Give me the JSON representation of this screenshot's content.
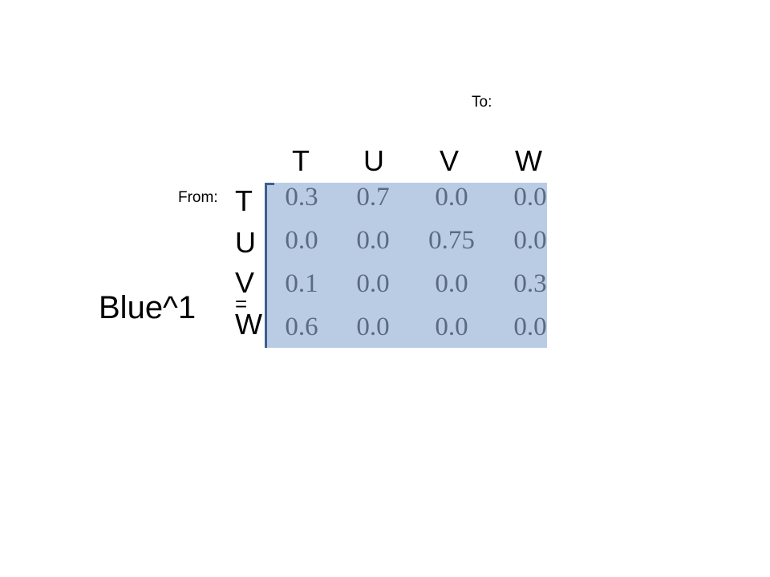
{
  "labels": {
    "to": "To:",
    "from": "From:",
    "matrix_name": "Blue^1",
    "equals": "="
  },
  "columns": [
    "T",
    "U",
    "V",
    "W"
  ],
  "rows": [
    "T",
    "U",
    "V",
    "W"
  ],
  "matrix": [
    [
      "0.3",
      "0.7",
      "0.0",
      "0.0"
    ],
    [
      "0.0",
      "0.0",
      "0.75",
      "0.0"
    ],
    [
      "0.1",
      "0.0",
      "0.0",
      "0.3"
    ],
    [
      "0.6",
      "0.0",
      "0.0",
      "0.0"
    ]
  ],
  "colors": {
    "matrix_fill": "#b9cce4",
    "matrix_border": "#3d5f8f",
    "value_text": "#5a6a80"
  }
}
